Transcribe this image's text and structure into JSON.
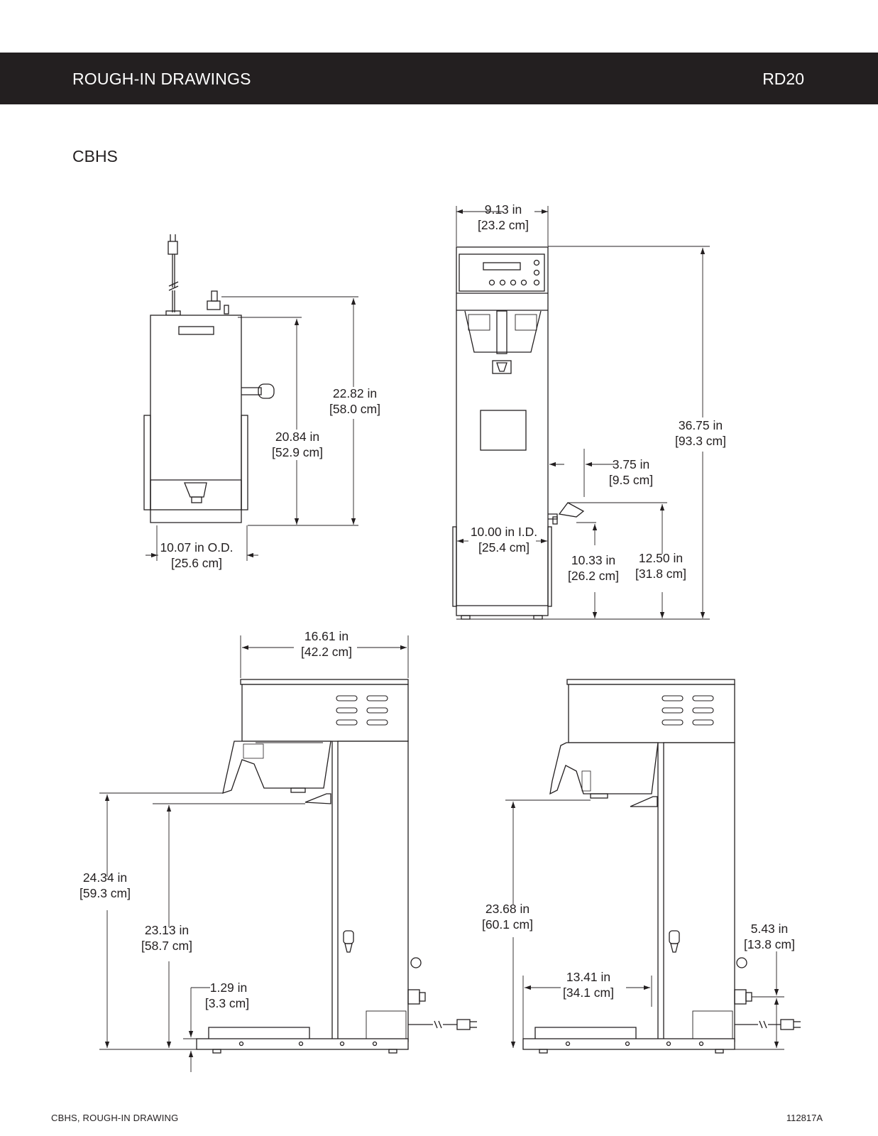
{
  "header": {
    "title": "ROUGH-IN DRAWINGS",
    "code": "RD20"
  },
  "model": "CBHS",
  "footer": {
    "left": "CBHS, ROUGH-IN DRAWING",
    "right": "112817A"
  },
  "dimensions": {
    "d1_in": "22.82 in",
    "d1_cm": "[58.0 cm]",
    "d2_in": "20.84 in",
    "d2_cm": "[52.9 cm]",
    "d3_in": "10.07 in O.D.",
    "d3_cm": "[25.6 cm]",
    "d4_in": "9.13 in",
    "d4_cm": "[23.2 cm]",
    "d5_in": "36.75 in",
    "d5_cm": "[93.3 cm]",
    "d6_in": "3.75 in",
    "d6_cm": "[9.5 cm]",
    "d7_in": "10.00 in  I.D.",
    "d7_cm": "[25.4 cm]",
    "d8_in": "10.33 in",
    "d8_cm": "[26.2 cm]",
    "d9_in": "12.50 in",
    "d9_cm": "[31.8 cm]",
    "d10_in": "16.61 in",
    "d10_cm": "[42.2 cm]",
    "d11_in": "24.34 in",
    "d11_cm": "[59.3 cm]",
    "d12_in": "23.13 in",
    "d12_cm": "[58.7 cm]",
    "d13_in": "1.29 in",
    "d13_cm": "[3.3 cm]",
    "d14_in": "23.68 in",
    "d14_cm": "[60.1 cm]",
    "d15_in": "13.41 in",
    "d15_cm": "[34.1 cm]",
    "d16_in": "5.43 in",
    "d16_cm": "[13.8 cm]"
  },
  "colors": {
    "ink": "#231f20",
    "header_bg": "#231f20",
    "header_text": "#ffffff"
  }
}
